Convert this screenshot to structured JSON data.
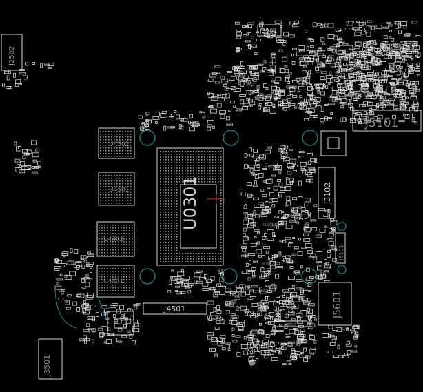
{
  "board": {
    "background": "#000000",
    "component_color": "#d8d8d8",
    "hole_color": "#1f8c8c",
    "labels": {
      "cpu": "U0301",
      "conn_j3901": "J3901",
      "conn_j5101": "J5101",
      "conn_j3102": "J3102",
      "conn_j4501": "J4501",
      "conn_j6101": "J6101",
      "conn_j3501": "J3501",
      "conn_j5601": "J5601",
      "conn_j2502": "J2502",
      "mem_u4502": "U4502",
      "mem_u4501": "U4501",
      "mem_u4402": "U4402",
      "mem_u4401": "U4401",
      "sw_pls3801": "PLS3801",
      "sw_pls6101": "PLS6101",
      "sw_pls6102": "PLS6102",
      "sw_pls6103": "PLS6103",
      "j3101_small": "J3101",
      "j3502_small": "J3502"
    }
  }
}
